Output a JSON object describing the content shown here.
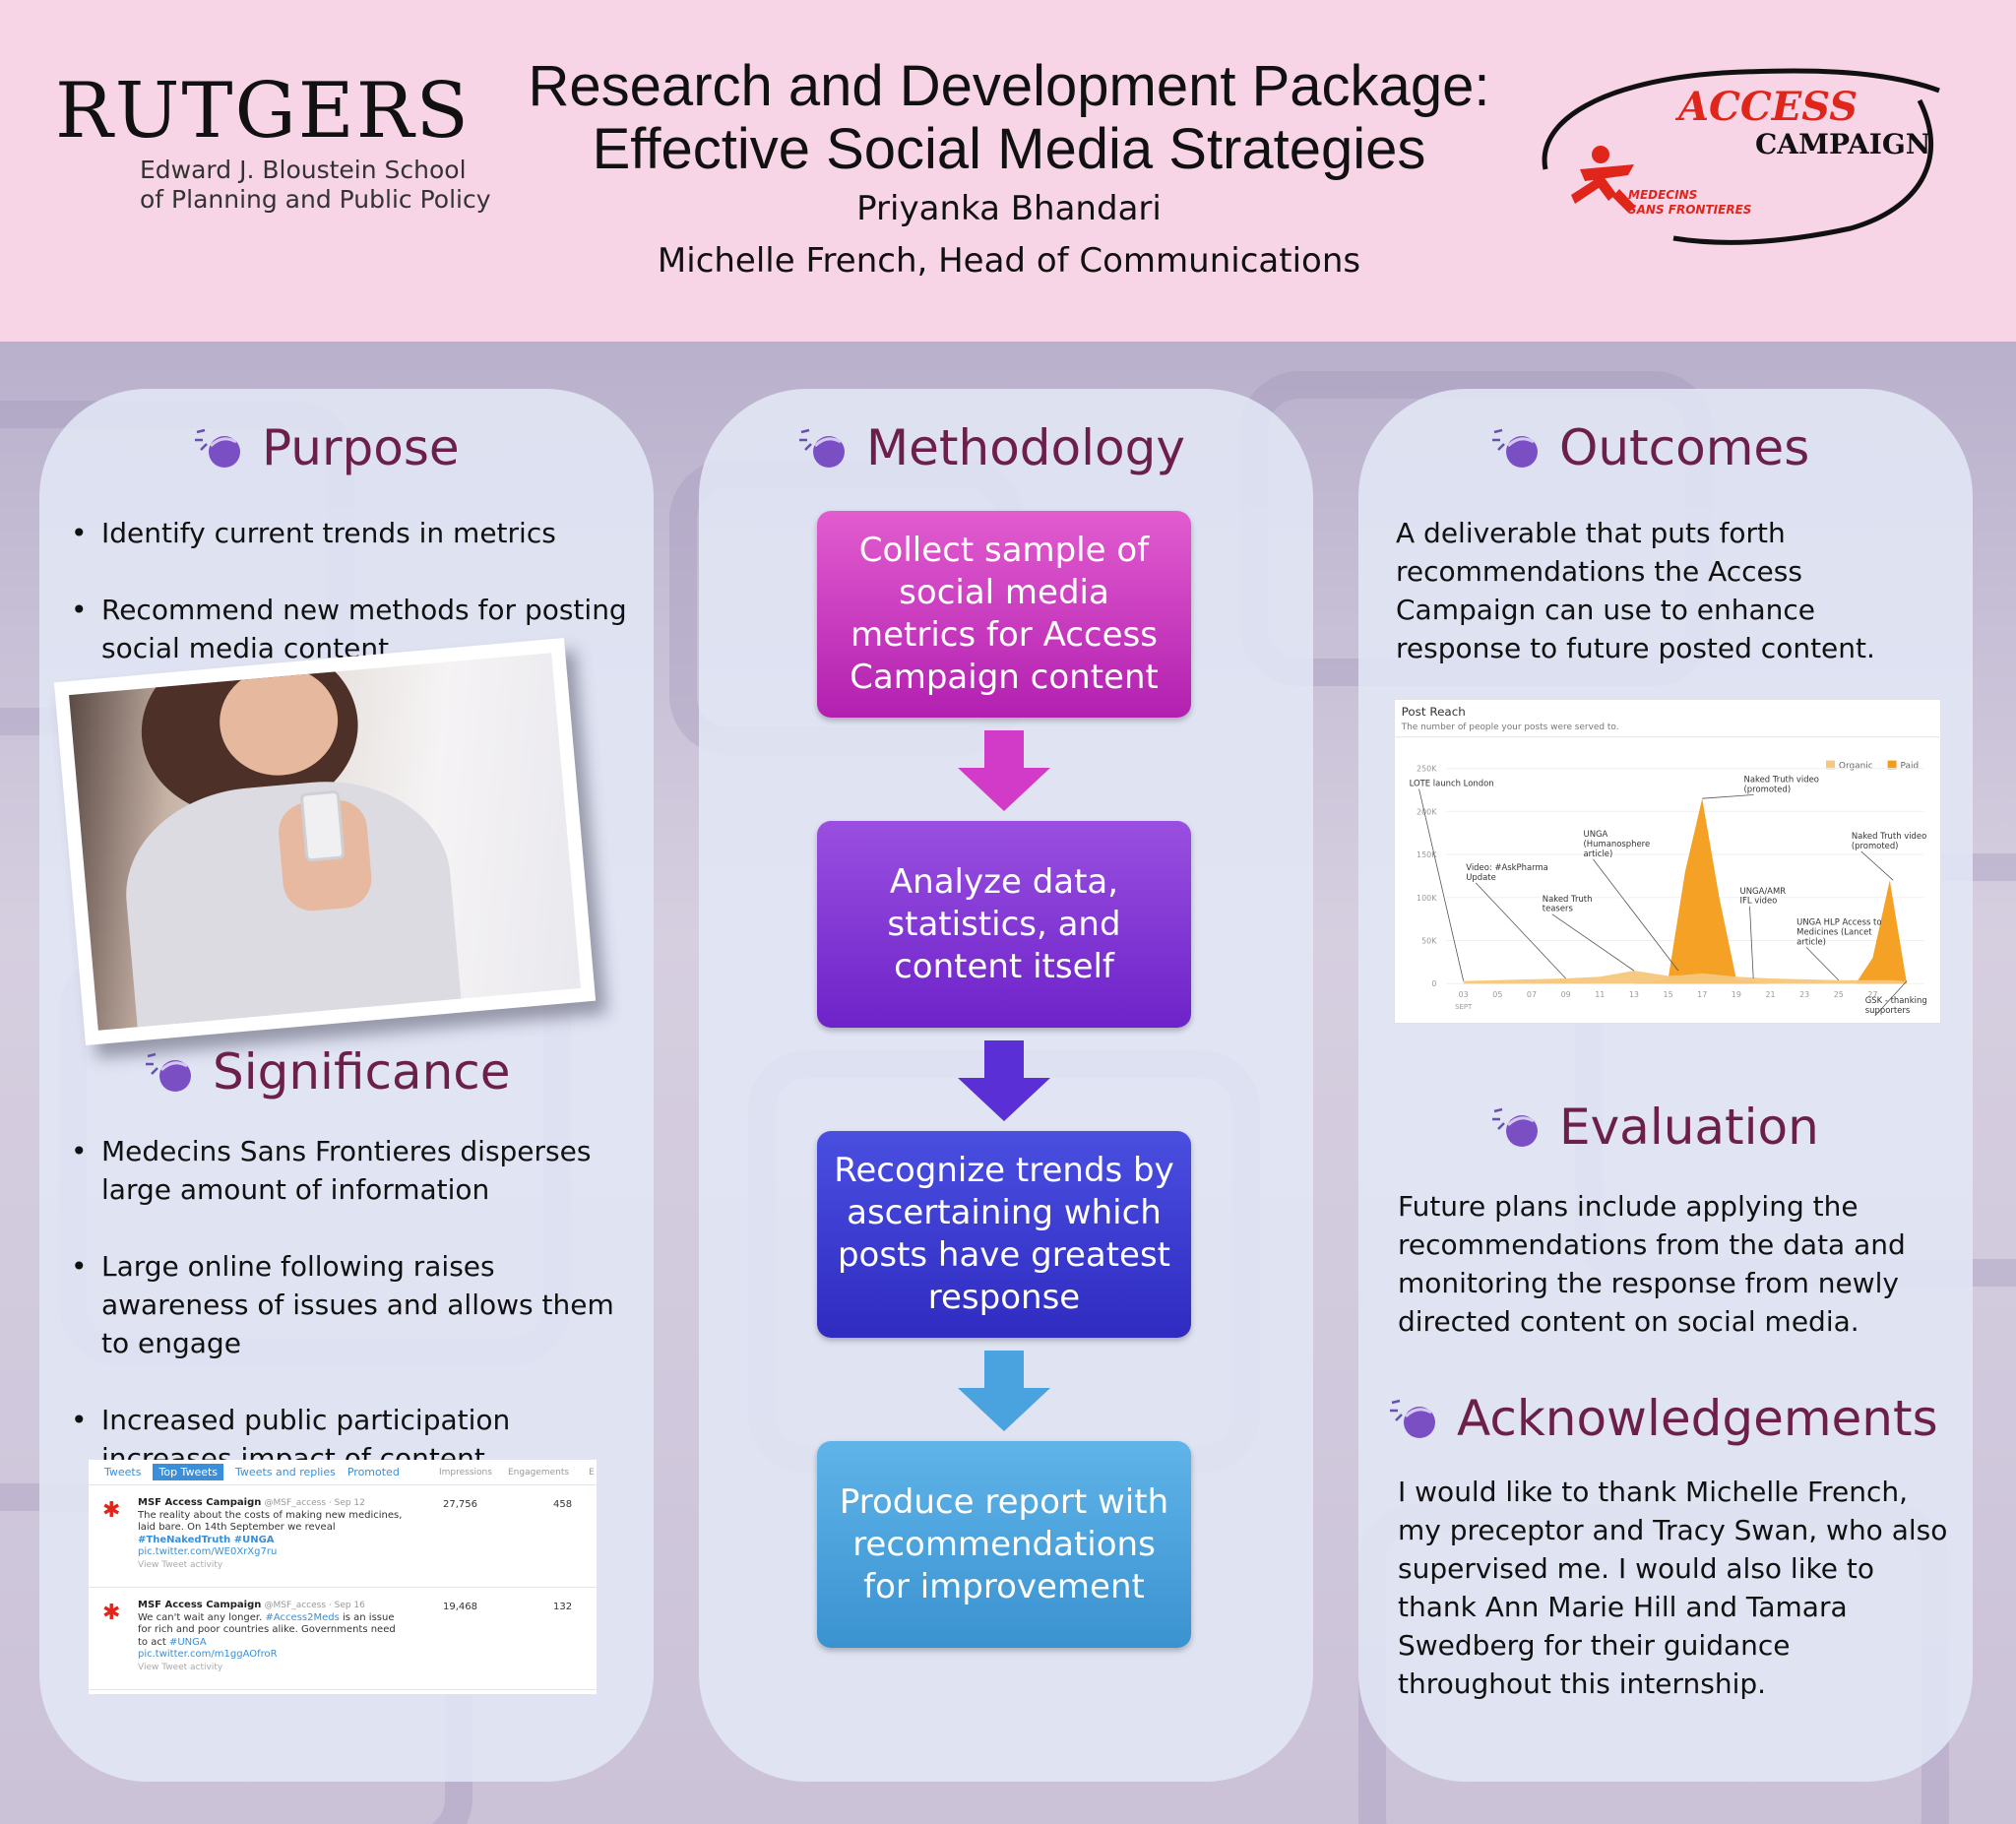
{
  "header": {
    "university": "RUTGERS",
    "school_line1": "Edward J. Bloustein School",
    "school_line2": "of Planning and Public Policy",
    "title_line1": "Research and Development Package:",
    "title_line2": "Effective Social Media Strategies",
    "author": "Priyanka Bhandari",
    "supervisor": "Michelle French, Head of Communications",
    "logo_access": "ACCESS",
    "logo_campaign": "CAMPAIGN",
    "logo_msf_line1": "MEDECINS",
    "logo_msf_line2": "SANS FRONTIERES"
  },
  "purpose": {
    "title": "Purpose",
    "bullets": [
      "Identify current trends in metrics",
      "Recommend new methods for posting social media content"
    ]
  },
  "significance": {
    "title": "Significance",
    "bullets": [
      "Medecins Sans Frontieres disperses large amount of information",
      "Large online following raises awareness of issues and allows them to engage",
      "Increased public participation increases impact of content"
    ]
  },
  "methodology": {
    "title": "Methodology",
    "steps": [
      "Collect sample of social media metrics for Access Campaign content",
      "Analyze data, statistics, and content itself",
      "Recognize trends by ascertaining which posts have greatest response",
      "Produce report with recommendations for improvement"
    ]
  },
  "outcomes": {
    "title": "Outcomes",
    "text": "A deliverable that puts forth recommendations the Access Campaign can use to enhance response to future posted content."
  },
  "evaluation": {
    "title": "Evaluation",
    "text": "Future plans include applying the recommendations from the data and monitoring the response from newly directed content on social media."
  },
  "acknowledgements": {
    "title": "Acknowledgements",
    "text": "I would like to thank Michelle French, my preceptor and Tracy Swan, who also supervised me. I would also like to thank Ann Marie Hill and Tamara Swedberg for their guidance throughout this internship."
  },
  "colors": {
    "header_bg": "#f8d5e6",
    "section_title": "#6b1f4a",
    "organic": "#f7c77d",
    "paid": "#f39c1a"
  },
  "chart_data": {
    "type": "area",
    "title": "Post Reach",
    "subtitle": "The number of people your posts were served to.",
    "legend": [
      "Organic",
      "Paid"
    ],
    "legend_position": "top-right",
    "y_ticks": [
      "0",
      "50K",
      "100K",
      "150K",
      "200K",
      "250K"
    ],
    "x_ticks": [
      "03",
      "05",
      "07",
      "09",
      "11",
      "13",
      "15",
      "17",
      "19",
      "21",
      "23",
      "25",
      "27"
    ],
    "x_unit_label": "SEPT",
    "ylim": [
      0,
      250000
    ],
    "x": [
      3,
      5,
      7,
      9,
      11,
      13,
      15,
      16,
      17,
      18,
      19,
      21,
      23,
      25,
      26,
      27,
      28,
      29
    ],
    "series": [
      {
        "name": "Organic",
        "values": [
          3000,
          4000,
          5000,
          6000,
          8000,
          15000,
          9000,
          10000,
          12000,
          10000,
          8000,
          6000,
          5000,
          4000,
          4000,
          4000,
          4000,
          3000
        ]
      },
      {
        "name": "Paid",
        "values": [
          0,
          0,
          0,
          0,
          0,
          0,
          5000,
          130000,
          215000,
          100000,
          5000,
          0,
          0,
          0,
          0,
          30000,
          120000,
          0
        ]
      }
    ],
    "annotations": [
      "LOTE launch London",
      "Video: #AskPharma Update",
      "Naked Truth teasers",
      "UNGA (Humanosphere article)",
      "Naked Truth video (promoted)",
      "UNGA/AMR IFL video",
      "UNGA HLP Access to Medicines (Lancet article)",
      "Naked Truth video (promoted)",
      "GSK - thanking supporters"
    ]
  },
  "tweets": {
    "tabs": [
      "Tweets",
      "Top Tweets",
      "Tweets and replies",
      "Promoted"
    ],
    "columns": [
      "Impressions",
      "Engagements",
      "E"
    ],
    "rows": [
      {
        "name": "MSF Access Campaign",
        "handle": "@MSF_access · Sep 12",
        "text": "The reality about the costs of making new medicines, laid bare. On 14th September we reveal",
        "tags": "#TheNakedTruth #UNGA",
        "link": "pic.twitter.com/WE0XrXg7ru",
        "activity": "View Tweet activity",
        "impressions": "27,756",
        "engagements": "458"
      },
      {
        "name": "MSF Access Campaign",
        "handle": "@MSF_access · Sep 16",
        "text1": "We can't wait any longer.",
        "tag1": "#Access2Meds",
        "text2": "is an issue for rich and poor countries alike. Governments need to act",
        "tag2": "#UNGA",
        "link": "pic.twitter.com/m1ggAOfroR",
        "activity": "View Tweet activity",
        "impressions": "19,468",
        "engagements": "132"
      }
    ]
  }
}
